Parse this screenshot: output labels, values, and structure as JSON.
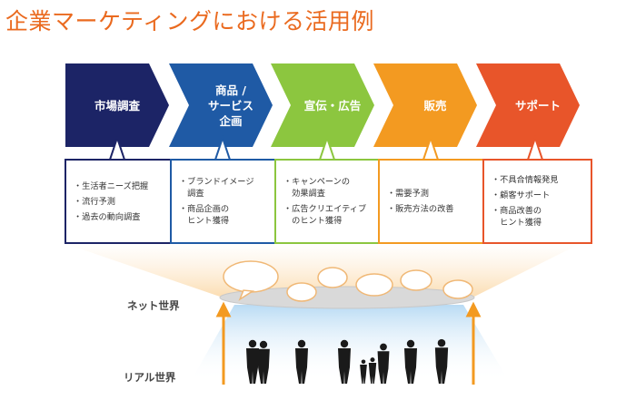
{
  "title": "企業マーケティングにおける活用例",
  "stages": [
    {
      "label": "市場調査",
      "color": "#1c2466",
      "items": [
        "・生活者ニーズ把握",
        "・流行予測",
        "・過去の動向調査"
      ]
    },
    {
      "label": "商品 /\nサービス\n企画",
      "color": "#1f5aa5",
      "items": [
        "・ブランドイメージ\n　調査",
        "・商品企画の\n　ヒント獲得"
      ]
    },
    {
      "label": "宣伝・広告",
      "color": "#8cc63f",
      "items": [
        "・キャンペーンの\n　効果調査",
        "・広告クリエイティブ\n　のヒント獲得"
      ]
    },
    {
      "label": "販売",
      "color": "#f39a21",
      "items": [
        "・需要予測",
        "・販売方法の改善"
      ]
    },
    {
      "label": "サポート",
      "color": "#e8552a",
      "items": [
        "・不具合情報発見",
        "・顧客サポート",
        "・商品改善の\n　ヒント獲得"
      ]
    }
  ],
  "layers": {
    "net": "ネット世界",
    "real": "リアル世界"
  },
  "colors": {
    "title": "#ea6a1f",
    "arrow": "#f39a21",
    "cloud_fill": "#d9d9d9",
    "people": "#1a1a1a",
    "light": "#cfe6f7"
  }
}
